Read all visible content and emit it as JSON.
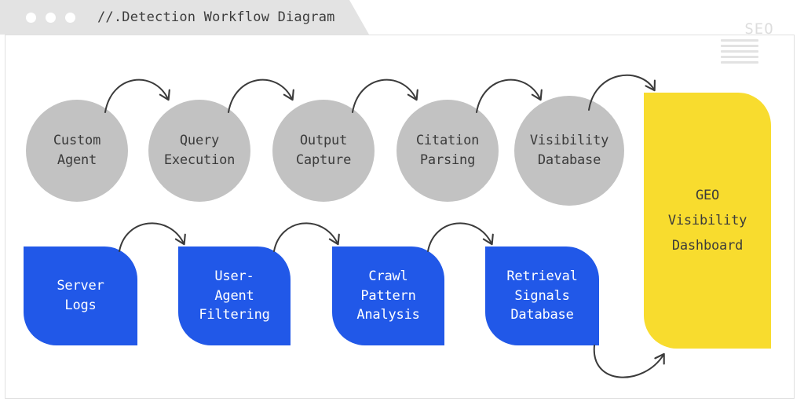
{
  "window": {
    "title": "//.Detection Workflow Diagram",
    "dots": [
      "dot-1",
      "dot-2",
      "dot-3"
    ],
    "watermark": "SEO",
    "menu_icon": "hamburger-lines-icon"
  },
  "colors": {
    "titlebar": "#e3e3e3",
    "circle_gray": "#c2c2c2",
    "card_blue": "#2158e8",
    "card_yellow": "#f8dc2e",
    "arrow": "#3b3b3b",
    "text_dark": "#3b3b3b",
    "text_light": "#ffffff",
    "panel_border": "#e0e0e0"
  },
  "diagram": {
    "top_row": [
      {
        "id": "custom-agent",
        "label": "Custom\nAgent",
        "shape": "circle",
        "fill": "#c2c2c2"
      },
      {
        "id": "query-execution",
        "label": "Query\nExecution",
        "shape": "circle",
        "fill": "#c2c2c2"
      },
      {
        "id": "output-capture",
        "label": "Output\nCapture",
        "shape": "circle",
        "fill": "#c2c2c2"
      },
      {
        "id": "citation-parsing",
        "label": "Citation\nParsing",
        "shape": "circle",
        "fill": "#c2c2c2"
      },
      {
        "id": "visibility-database",
        "label": "Visibility\nDatabase",
        "shape": "circle",
        "fill": "#c2c2c2"
      }
    ],
    "bottom_row": [
      {
        "id": "server-logs",
        "label": "Server\nLogs",
        "shape": "card",
        "fill": "#2158e8"
      },
      {
        "id": "user-agent-filtering",
        "label": "User-\nAgent\nFiltering",
        "shape": "card",
        "fill": "#2158e8"
      },
      {
        "id": "crawl-pattern-analysis",
        "label": "Crawl\nPattern\nAnalysis",
        "shape": "card",
        "fill": "#2158e8"
      },
      {
        "id": "retrieval-signals-database",
        "label": "Retrieval\nSignals\nDatabase",
        "shape": "card",
        "fill": "#2158e8"
      }
    ],
    "output": {
      "id": "geo-visibility-dashboard",
      "label": "GEO\nVisibility\nDashboard",
      "shape": "card",
      "fill": "#f8dc2e"
    },
    "connections": [
      {
        "from": "custom-agent",
        "to": "query-execution"
      },
      {
        "from": "query-execution",
        "to": "output-capture"
      },
      {
        "from": "output-capture",
        "to": "citation-parsing"
      },
      {
        "from": "citation-parsing",
        "to": "visibility-database"
      },
      {
        "from": "visibility-database",
        "to": "geo-visibility-dashboard"
      },
      {
        "from": "server-logs",
        "to": "user-agent-filtering"
      },
      {
        "from": "user-agent-filtering",
        "to": "crawl-pattern-analysis"
      },
      {
        "from": "crawl-pattern-analysis",
        "to": "retrieval-signals-database"
      },
      {
        "from": "retrieval-signals-database",
        "to": "geo-visibility-dashboard"
      }
    ]
  }
}
